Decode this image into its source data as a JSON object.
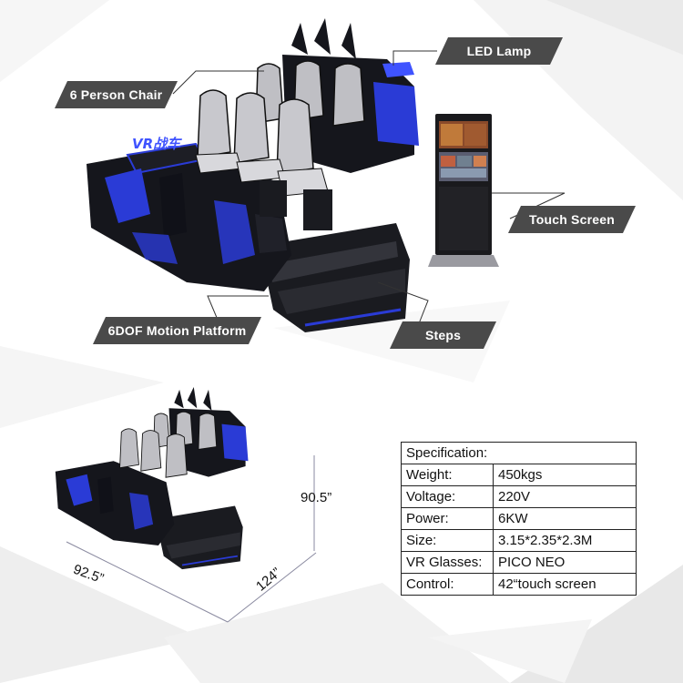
{
  "callouts": {
    "led_lamp": "LED Lamp",
    "person_chair": "6 Person Chair",
    "touch_screen": "Touch Screen",
    "motion_platform": "6DOF Motion Platform",
    "steps": "Steps"
  },
  "machine_badge": "VR战车",
  "dimensions": {
    "height": "90.5”",
    "width": "92.5”",
    "depth": "124”"
  },
  "spec": {
    "header": "Specification:",
    "rows": [
      {
        "key": "Weight:",
        "value": "450kgs"
      },
      {
        "key": "Voltage:",
        "value": "220V"
      },
      {
        "key": "Power:",
        "value": "6KW"
      },
      {
        "key": "Size:",
        "value": "3.15*2.35*2.3M"
      },
      {
        "key": "VR Glasses:",
        "value": "PICO NEO"
      },
      {
        "key": "Control:",
        "value": "42“touch screen"
      }
    ]
  },
  "colors": {
    "accent_blue": "#2a3bd6",
    "callout_bg": "#4a4a4a",
    "machine_dark": "#15161c",
    "seat_gray": "#bfbfc4"
  }
}
